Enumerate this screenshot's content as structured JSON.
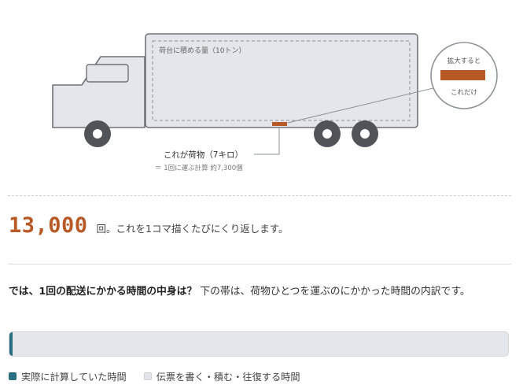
{
  "diagram": {
    "cargo_area_label": "荷台に積める量（10トン）",
    "zoom_top_label": "拡大すると",
    "zoom_bottom_label": "これだけ",
    "cargo_label": "これが荷物（7キロ）",
    "cargo_sublabel": "＝ 1回に運ぶ計算 約7,300個"
  },
  "count": {
    "value": "13,000",
    "suffix": "回。これを1コマ描くたびにくり返します。"
  },
  "question": {
    "lead": "では、1回の配送にかかる時間の中身は？",
    "body": "下の帯は、荷物ひとつを運ぶのにかかった時間の内訳です。"
  },
  "time_bar": {
    "compute_fraction": 0.006
  },
  "legend": {
    "compute_label": "実際に計算していた時間",
    "paperwork_label": "伝票を書く・積む・往復する時間"
  },
  "colors": {
    "accent": "#b85a26",
    "compute": "#2b6f80",
    "truck_outline": "#6f7479",
    "truck_fill": "#e3e6ea"
  }
}
